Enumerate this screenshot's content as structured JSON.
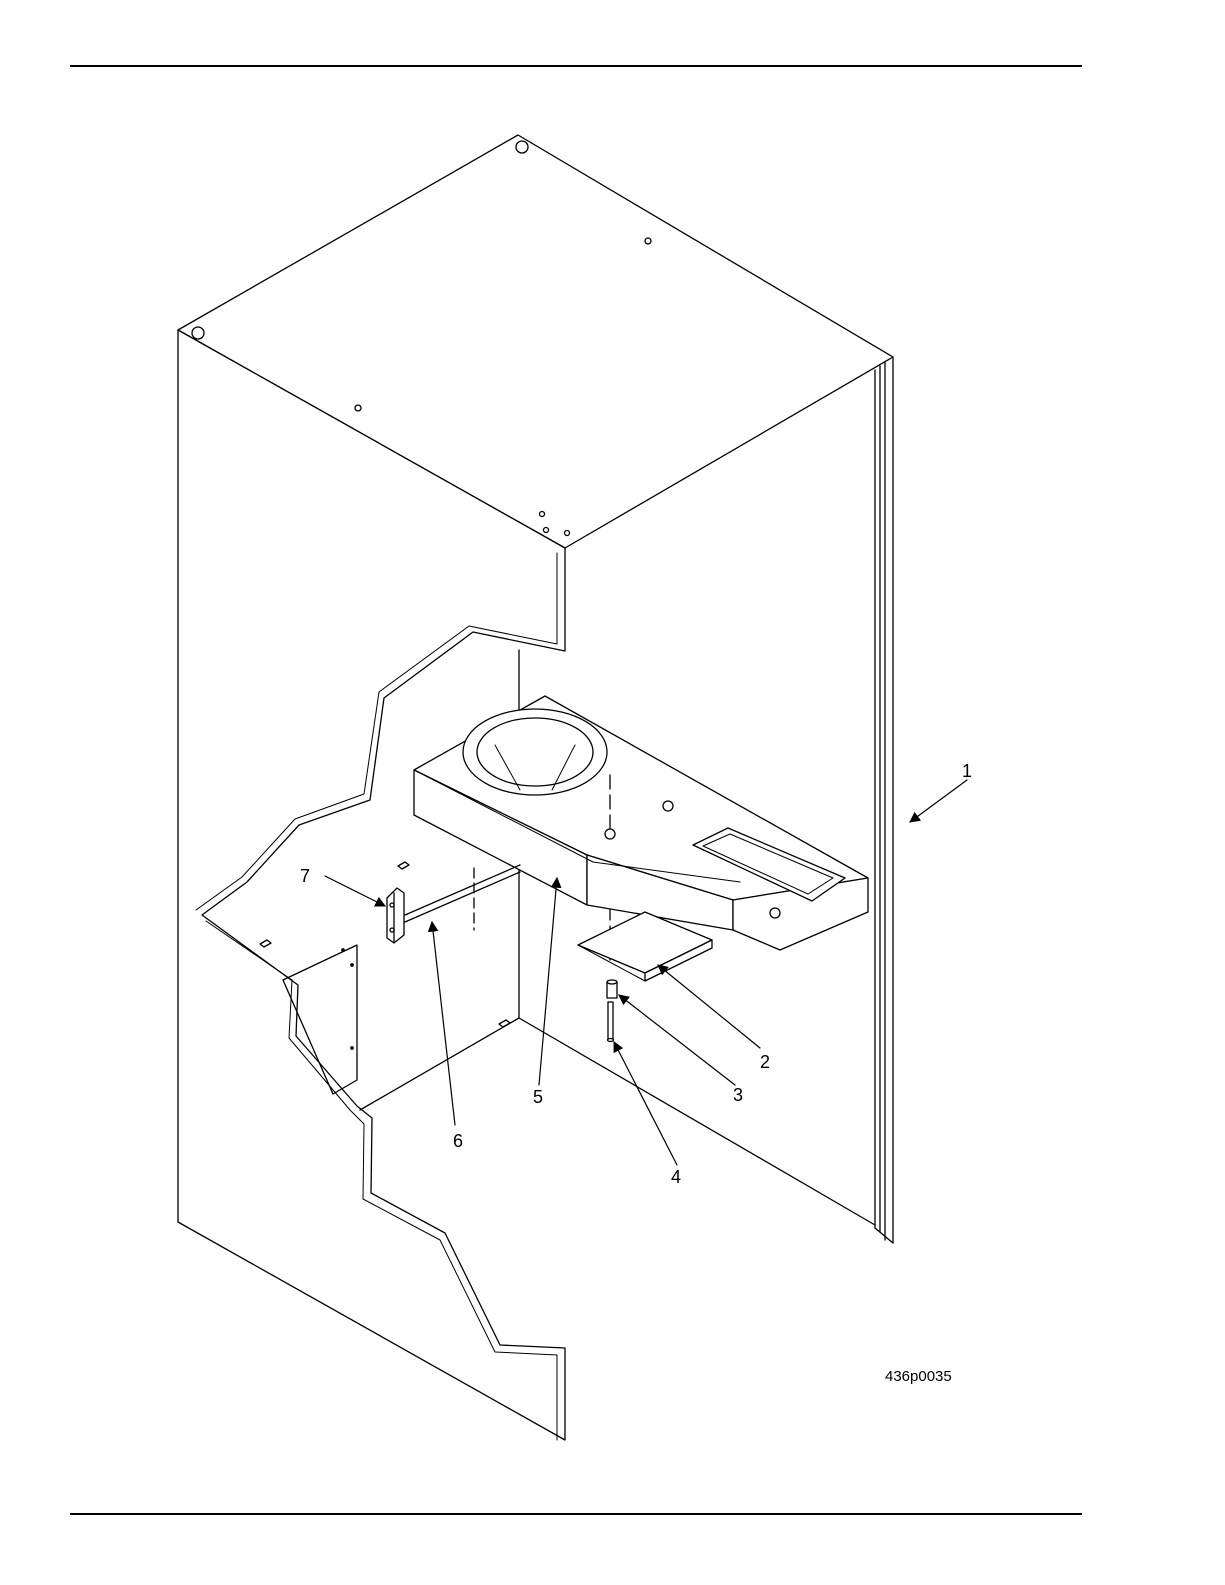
{
  "figure": {
    "id": "436p0035",
    "callouts": [
      "1",
      "2",
      "3",
      "4",
      "5",
      "6",
      "7"
    ]
  },
  "colors": {
    "line": "#000000",
    "paper": "#ffffff"
  }
}
